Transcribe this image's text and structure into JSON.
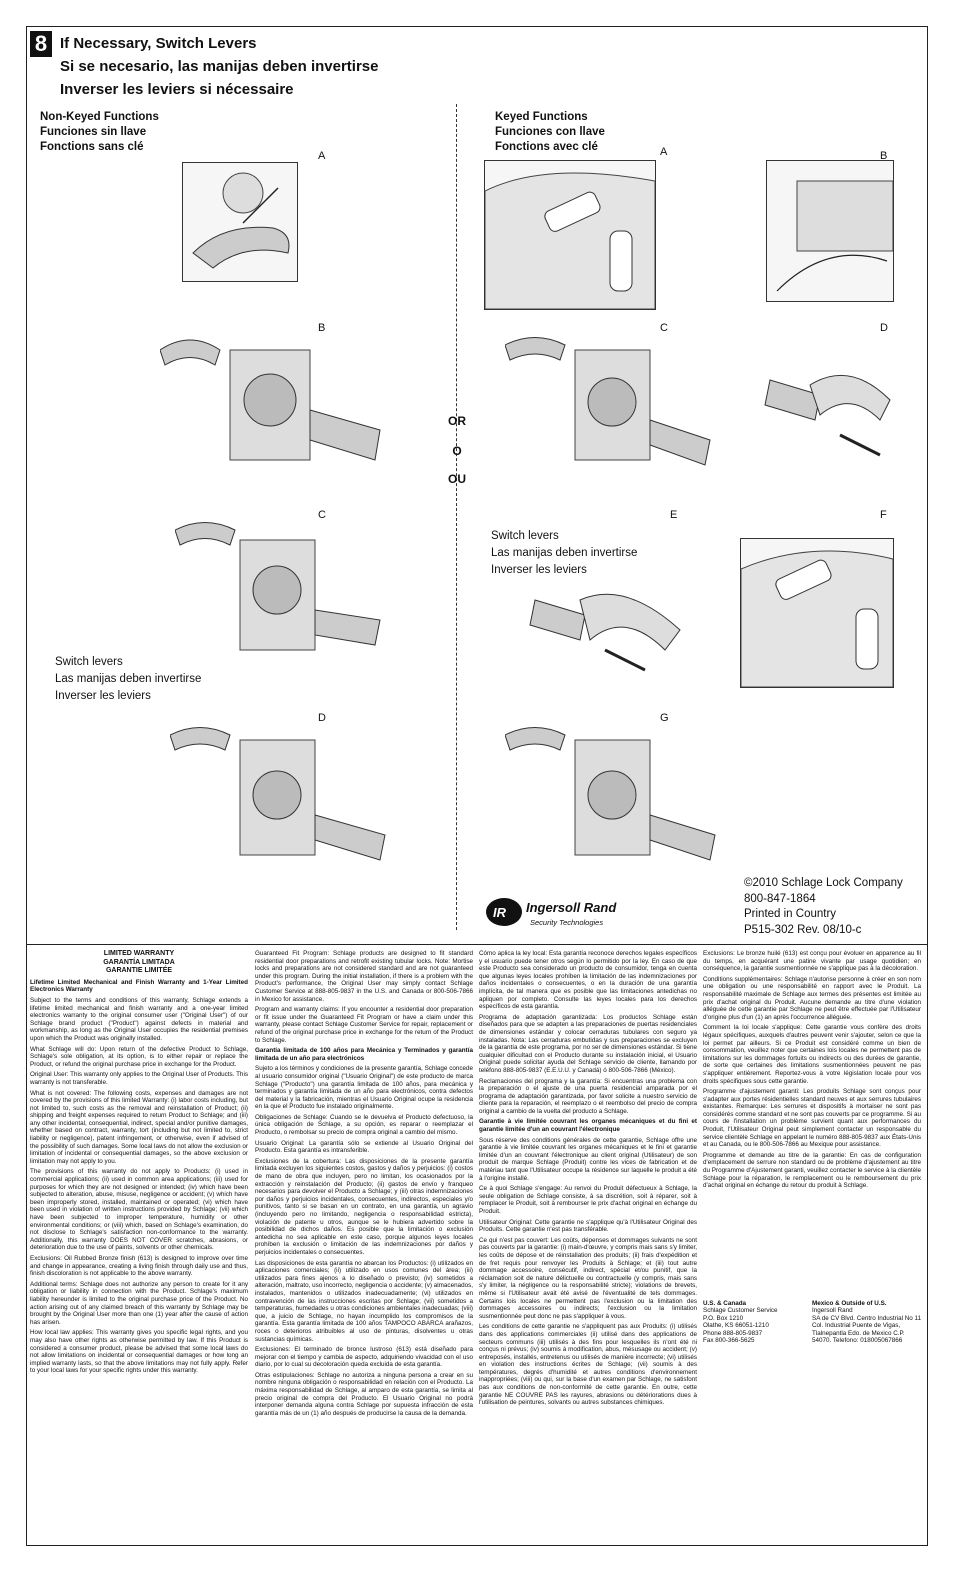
{
  "step": {
    "number": "8",
    "title_en": "If Necessary, Switch Levers",
    "title_es": "Si se necesario, las manijas deben invertirse",
    "title_fr": "Inverser les leviers si nécessaire"
  },
  "non_keyed": {
    "header_en": "Non-Keyed Functions",
    "header_es": "Funciones sin llave",
    "header_fr": "Fonctions sans clé",
    "labels": [
      "A",
      "B",
      "C",
      "D"
    ],
    "switch_note": [
      "Switch levers",
      "Las manijas deben invertirse",
      "Inverser les leviers"
    ]
  },
  "keyed": {
    "header_en": "Keyed Functions",
    "header_es": "Funciones con llave",
    "header_fr": "Fonctions avec clé",
    "labels": [
      "A",
      "B",
      "C",
      "D",
      "E",
      "F",
      "G"
    ],
    "switch_note": [
      "Switch levers",
      "Las manijas deben invertirse",
      "Inverser les leviers"
    ]
  },
  "or_labels": [
    "OR",
    "O",
    "OU"
  ],
  "company": {
    "copyright": "©2010 Schlage Lock Company",
    "phone": "800-847-1864",
    "printed": "Printed in Country",
    "part": "P515-302 Rev. 08/10-c",
    "logo_name": "Ingersoll Rand",
    "logo_tagline": "Security Technologies"
  },
  "warranty": {
    "title_en": "LIMITED WARRANTY",
    "title_es": "GARANTÍA LIMITADA",
    "title_fr": "GARANTIE LIMITÉE",
    "en_head": "Lifetime Limited Mechanical and Finish Warranty and 1-Year Limited Electronics Warranty",
    "en_p1": "Subject to the terms and conditions of this warranty, Schlage extends a lifetime limited mechanical and finish warranty and a one-year limited electronics warranty to the original consumer user (\"Original User\") of our Schlage brand product (\"Product\") against defects in material and workmanship, as long as the Original User occupies the residential premises upon which the Product was originally installed.",
    "en_p2": "What Schlage will do: Upon return of the defective Product to Schlage, Schlage's sole obligation, at its option, is to either repair or replace the Product, or refund the original purchase price in exchange for the Product.",
    "en_p3": "Original User: This warranty only applies to the Original User of Products. This warranty is not transferable.",
    "en_p4": "What is not covered: The following costs, expenses and damages are not covered by the provisions of this limited Warranty: (i) labor costs including, but not limited to, such costs as the removal and reinstallation of Product; (ii) shipping and freight expenses required to return Product to Schlage; and (iii) any other incidental, consequential, indirect, special and/or punitive damages, whether based on contract, warranty, tort (including but not limited to, strict liability or negligence), patent infringement, or otherwise, even if advised of the possibility of such damages. Some local laws do not allow the exclusion or limitation of incidental or consequential damages, so the above exclusion or limitation may not apply to you.",
    "en_p5": "The provisions of this warranty do not apply to Products: (i) used in commercial applications; (ii) used in common area applications; (iii) used for purposes for which they are not designed or intended; (iv) which have been subjected to alteration, abuse, misuse, negligence or accident; (v) which have been improperly stored, installed, maintained or operated; (vi) which have been used in violation of written instructions provided by Schlage; (vii) which have been subjected to improper temperature, humidity or other environmental conditions; or (viii) which, based on Schlage's examination, do not disclose to Schlage's satisfaction non-conformance to the warranty. Additionally, this warranty DOES NOT COVER scratches, abrasions, or deterioration due to the use of paints, solvents or other chemicals.",
    "en_p6": "Exclusions: Oil Rubbed Bronze finish (613) is designed to improve over time and change in appearance, creating a living finish through daily use and thus, finish discoloration is not applicable to the above warranty.",
    "en_p7": "Additional terms: Schlage does not authorize any person to create for it any obligation or liability in connection with the Product. Schlage's maximum liability hereunder is limited to the original purchase price of the Product. No action arising out of any claimed breach of this warranty by Schlage may be brought by the Original User more than one (1) year after the cause of action has arisen.",
    "en_p8": "How local law applies: This warranty gives you specific legal rights, and you may also have other rights as otherwise permitted by law. If this Product is considered a consumer product, please be advised that some local laws do not allow limitations on incidental or consequential damages or how long an implied warranty lasts, so that the above limitations may not fully apply. Refer to your local laws for your specific rights under this warranty.",
    "en_p9": "Guaranteed Fit Program: Schlage products are designed to fit standard residential door preparations and retrofit existing tubular locks. Note: Mortise locks and preparations are not considered standard and are not guaranteed under this program. During the initial installation, if there is a problem with the Product's performance, the Original User may simply contact Schlage Customer Service at 888-805-9837 in the U.S. and Canada or 800-506-7866 in Mexico for assistance.",
    "en_p10": "Program and warranty claims: If you encounter a residential door preparation or fit issue under the Guaranteed Fit Program or have a claim under this warranty, please contact Schlage Customer Service for repair, replacement or refund of the original purchase price in exchange for the return of the Product to Schlage.",
    "es_head": "Garantía limitada de 100 años para Mecánica y Terminados y garantía limitada de un año para electrónicos",
    "es_p1": "Sujeto a los términos y condiciones de la presente garantía, Schlage concede al usuario consumidor original (\"Usuario Original\") de este producto de marca Schlage (\"Producto\") una garantía limitada de 100 años, para mecánica y terminados y garantía limitada de un año para electrónicos, contra defectos del material y la fabricación, mientras el Usuario Original ocupe la residencia en la que el Producto fue instalado originalmente.",
    "es_p2": "Obligaciones de Schlage: Cuando se le devuelva el Producto defectuoso, la única obligación de Schlage, a su opción, es reparar o reemplazar el Producto, o rembolsar su precio de compra original a cambio del mismo.",
    "es_p3": "Usuario Original: La garantía sólo se extiende al Usuario Original del Producto. Esta garantía es intransferible.",
    "es_p4": "Exclusiones de la cobertura: Las disposiciones de la presente garantía limitada excluyen los siguientes costos, gastos y daños y perjuicios: (i) costos de mano de obra que incluyen, pero no limitan, los ocasionados por la extracción y reinstalación del Producto; (ii) gastos de envío y franqueo necesarios para devolver el Producto a Schlage; y (iii) otras indemnizaciones por daños y perjuicios incidentales, consecuentes, indirectos, especiales y/o punitivos, tanto si se basan en un contrato, en una garantía, un agravio (incluyendo pero no limitando, negligencia o responsabilidad estricta), violación de patente u otros, aunque se le hubiera advertido sobre la posibilidad de dichos daños. Es posible que la limitación o exclusión antedicha no sea aplicable en este caso, porque algunos leyes locales prohíben la exclusión o limitación de las indemnizaciones por daños y perjuicios incidentales o consecuentes.",
    "es_p5": "Las disposiciones de esta garantía no abarcan los Productos: (i) utilizados en aplicaciones comerciales; (ii) utilizado en usos comunes del área; (iii) utilizados para fines ajenos a lo diseñado o previsto; (iv) sometidos a alteración, maltrato, uso incorrecto, negligencia o accidente; (v) almacenados, instalados, mantenidos o utilizados inadecuadamente; (vi) utilizados en contravención de las instrucciones escritas por Schlage; (vii) sometidos a temperaturas, humedades u otras condiciones ambientales inadecuadas; (viii) que, a juicio de Schlage, no hayan incumplido los compromisos de la garantía. Esta garantía limitada de 100 años TAMPOCO ABARCA arañazos, roces o deterioros atribuibles al uso de pinturas, disolventes u otras sustancias químicas.",
    "es_p6": "Exclusiones: El terminado de bronce lustroso (613) está diseñado para mejorar con el tiempo y cambia de aspecto, adquiriendo vivacidad con el uso diario, por lo cual su decoloración queda excluida de esta garantía.",
    "es_p7": "Otras estipulaciones: Schlage no autoriza a ninguna persona a crear en su nombre ninguna obligación o responsabilidad en relación con el Producto. La máxima responsabilidad de Schlage, al amparo de esta garantía, se limita al precio original de compra del Producto. El Usuario Original no podrá interponer demanda alguna contra Schlage por supuesta infracción de esta garantía más de un (1) año después de producirse la causa de la demanda.",
    "es_p8": "Cómo aplica la ley local: Esta garantía reconoce derechos legales específicos y el usuario puede tener otros según lo permitido por la ley. En caso de que este Producto sea considerado un producto de consumidor, tenga en cuenta que algunas leyes locales prohíben la limitación de las indemnizaciones por daños incidentales o consecuentes, o en la duración de una garantía implícita, de tal manera que es posible que las limitaciones antedichas no apliquen por completo. Consulte las leyes locales para los derechos específicos de esta garantía.",
    "es_p9": "Programa de adaptación garantizada: Los productos Schlage están diseñados para que se adapten a las preparaciones de puertas residenciales de dimensiones estándar y colocar cerraduras tubulares con seguro ya instaladas. Nota: Las cerraduras embutidas y sus preparaciones se excluyen de la garantía de este programa, por no ser de dimensiones estándar. Si tiene cualquier dificultad con el Producto durante su instalación inicial, el Usuario Original puede solicitar ayuda del Schlage servicio de cliente, llamando por teléfono 888-805-9837 (E.E.U.U. y Canadá) ó 800-506-7866 (México).",
    "es_p10": "Reclamaciones del programa y la garantía: Si encuentras una problema con la preparación o el ajuste de una puerta residencial amparada por el programa de adaptación garantizada, por favor solicite a nuestro servicio de cliente para la reparación, el reemplazo o el reembolso del precio de compra original a cambio de la vuelta del producto a Schlage.",
    "fr_head": "Garantie à vie limitée couvrant les organes mécaniques et du fini et garantie limitée d'un an couvrant l'électronique",
    "fr_p1": "Sous réserve des conditions générales de cette garantie, Schlage offre une garantie à vie limitée couvrant les organes mécaniques et le fini et garantie limitée d'un an couvrant l'électronique au client original (Utilisateur) de son produit de marque Schlage (Produit) contre les vices de fabrication et de matériau tant que l'Utilisateur occupe la résidence sur laquelle le produit a été à l'origine installé.",
    "fr_p2": "Ce à quoi Schlage s'engage: Au renvoi du Produit défectueux à Schlage, la seule obligation de Schlage consiste, à sa discrétion, soit à réparer, soit à remplacer le Produit, soit à rembourser le prix d'achat original en échange du Produit.",
    "fr_p3": "Utilisateur Original: Cette garantie ne s'applique qu'à l'Utilisateur Original des Produits. Cette garantie n'est pas transférable.",
    "fr_p4": "Ce qui n'est pas couvert: Les coûts, dépenses et dommages suivants ne sont pas couverts par la garantie: (i) main-d'œuvre, y compris mais sans s'y limiter, les coûts de dépose et de réinstallation des produits; (ii) frais d'expédition et de fret requis pour renvoyer les Produits à Schlage; et (iii) tout autre dommage accessoire, consécutif, indirect, spécial et/ou punitif, que la réclamation soit de nature délictuelle ou contractuelle (y compris, mais sans s'y limiter, la négligence ou la responsabilité stricte); violations de brevets, même si l'Utilisateur avait été avisé de l'éventualité de tels dommages. Certains lois locales ne permettent pas l'exclusion ou la limitation des dommages accessoires ou indirects; l'exclusion ou la limitation susmentionnée peut donc ne pas s'appliquer à vous.",
    "fr_p5": "Les conditions de cette garantie ne s'appliquent pas aux Produits: (i) utilisés dans des applications commerciales (ii) utilisé dans des applications de secteurs communs (iii) utilisés à des fins pour lesquelles ils n'ont été ni conçus ni prévus; (iv) soumis à modification, abus, mésusage ou accident; (v) entreposés, installés, entretenus ou utilisés de manière incorrecte; (vi) utilisés en violation des instructions écrites de Schlage; (vii) soumis à des températures, degrés d'humidité et autres conditions d'environnement inappropriées; (viii) ou qui, sur la base d'un examen par Schlage, ne satisfont pas aux conditions de non-conformité de cette garantie. En outre, cette garantie NE COUVRE PAS les rayures, abrasions ou détériorations dues à l'utilisation de peintures, solvants ou autres substances chimiques.",
    "fr_p6": "Exclusions: Le bronze huilé (613) est conçu pour évoluer en apparence au fil du temps, en acquérant une patine vivante par usage quotidien; en conséquence, la garantie susmentionnée ne s'applique pas à la décoloration.",
    "fr_p7": "Conditions supplémentaires: Schlage n'autorise personne à créer en son nom une obligation ou une responsabilité en rapport avec le Produit. La responsabilité maximale de Schlage aux termes des présentes est limitée au prix d'achat original du Produit. Aucune demande au titre d'une violation alléguée de cette garantie par Schlage ne peut être effectuée par l'Utilisateur d'origine plus d'un (1) an après l'occurrence alléguée.",
    "fr_p8": "Comment la loi locale s'applique: Cette garantie vous confère des droits légaux spécifiques, auxquels d'autres peuvent venir s'ajouter, selon ce que la loi permet par ailleurs. Si ce Produit est considéré comme un bien de consommation, veuillez noter que certaines lois locales ne permettent pas de limitations sur les dommages fortuits ou indirects ou des durées de garantie, de sorte que certaines des limitations susmentionnées peuvent ne pas s'appliquer entièrement. Reportez-vous à votre législation locale pour vos droits spécifiques sous cette garantie.",
    "fr_p9": "Programme d'ajustement garanti: Les produits Schlage sont conçus pour s'adapter aux portes résidentielles standard neuves et aux serrures tubulaires existantes. Remarque: Les serrures et dispositifs à mortaiser ne sont pas considérés comme standard et ne sont pas couverts par ce programme. Si au cours de l'installation un problème survient quant aux performances du Produit, l'Utilisateur Original peut simplement contacter un responsable du service clientèle Schlage en appelant le numéro 888-805-9837 aux États-Unis et au Canada, ou le 800-506-7866 au Mexique pour assistance.",
    "fr_p10": "Programme et demande au titre de la garantie: En cas de configuration d'emplacement de serrure non standard ou de problème d'ajustement au titre du Programme d'Ajustement garanti, veuillez contacter le service à la clientèle Schlage pour la réparation, le remplacement ou le remboursement du prix d'achat original en échange du retour du produit à Schlage."
  },
  "addresses": {
    "us_title": "U.S. & Canada",
    "us_lines": [
      "Schlage Customer Service",
      "P.O. Box 1210",
      "Olathe, KS 66051-1210",
      "Phone 888-805-9837",
      "Fax 800-366-5625"
    ],
    "mx_title": "Mexico & Outside of U.S.",
    "mx_lines": [
      "Ingersoll Rand",
      "SA de CV Blvd. Centro Industrial No 11",
      "Col. Industrial Puente de Vigas,",
      "Tlalnepantla Edo. de Mexico C.P.",
      "54070. Telefono: 018005067866"
    ]
  }
}
